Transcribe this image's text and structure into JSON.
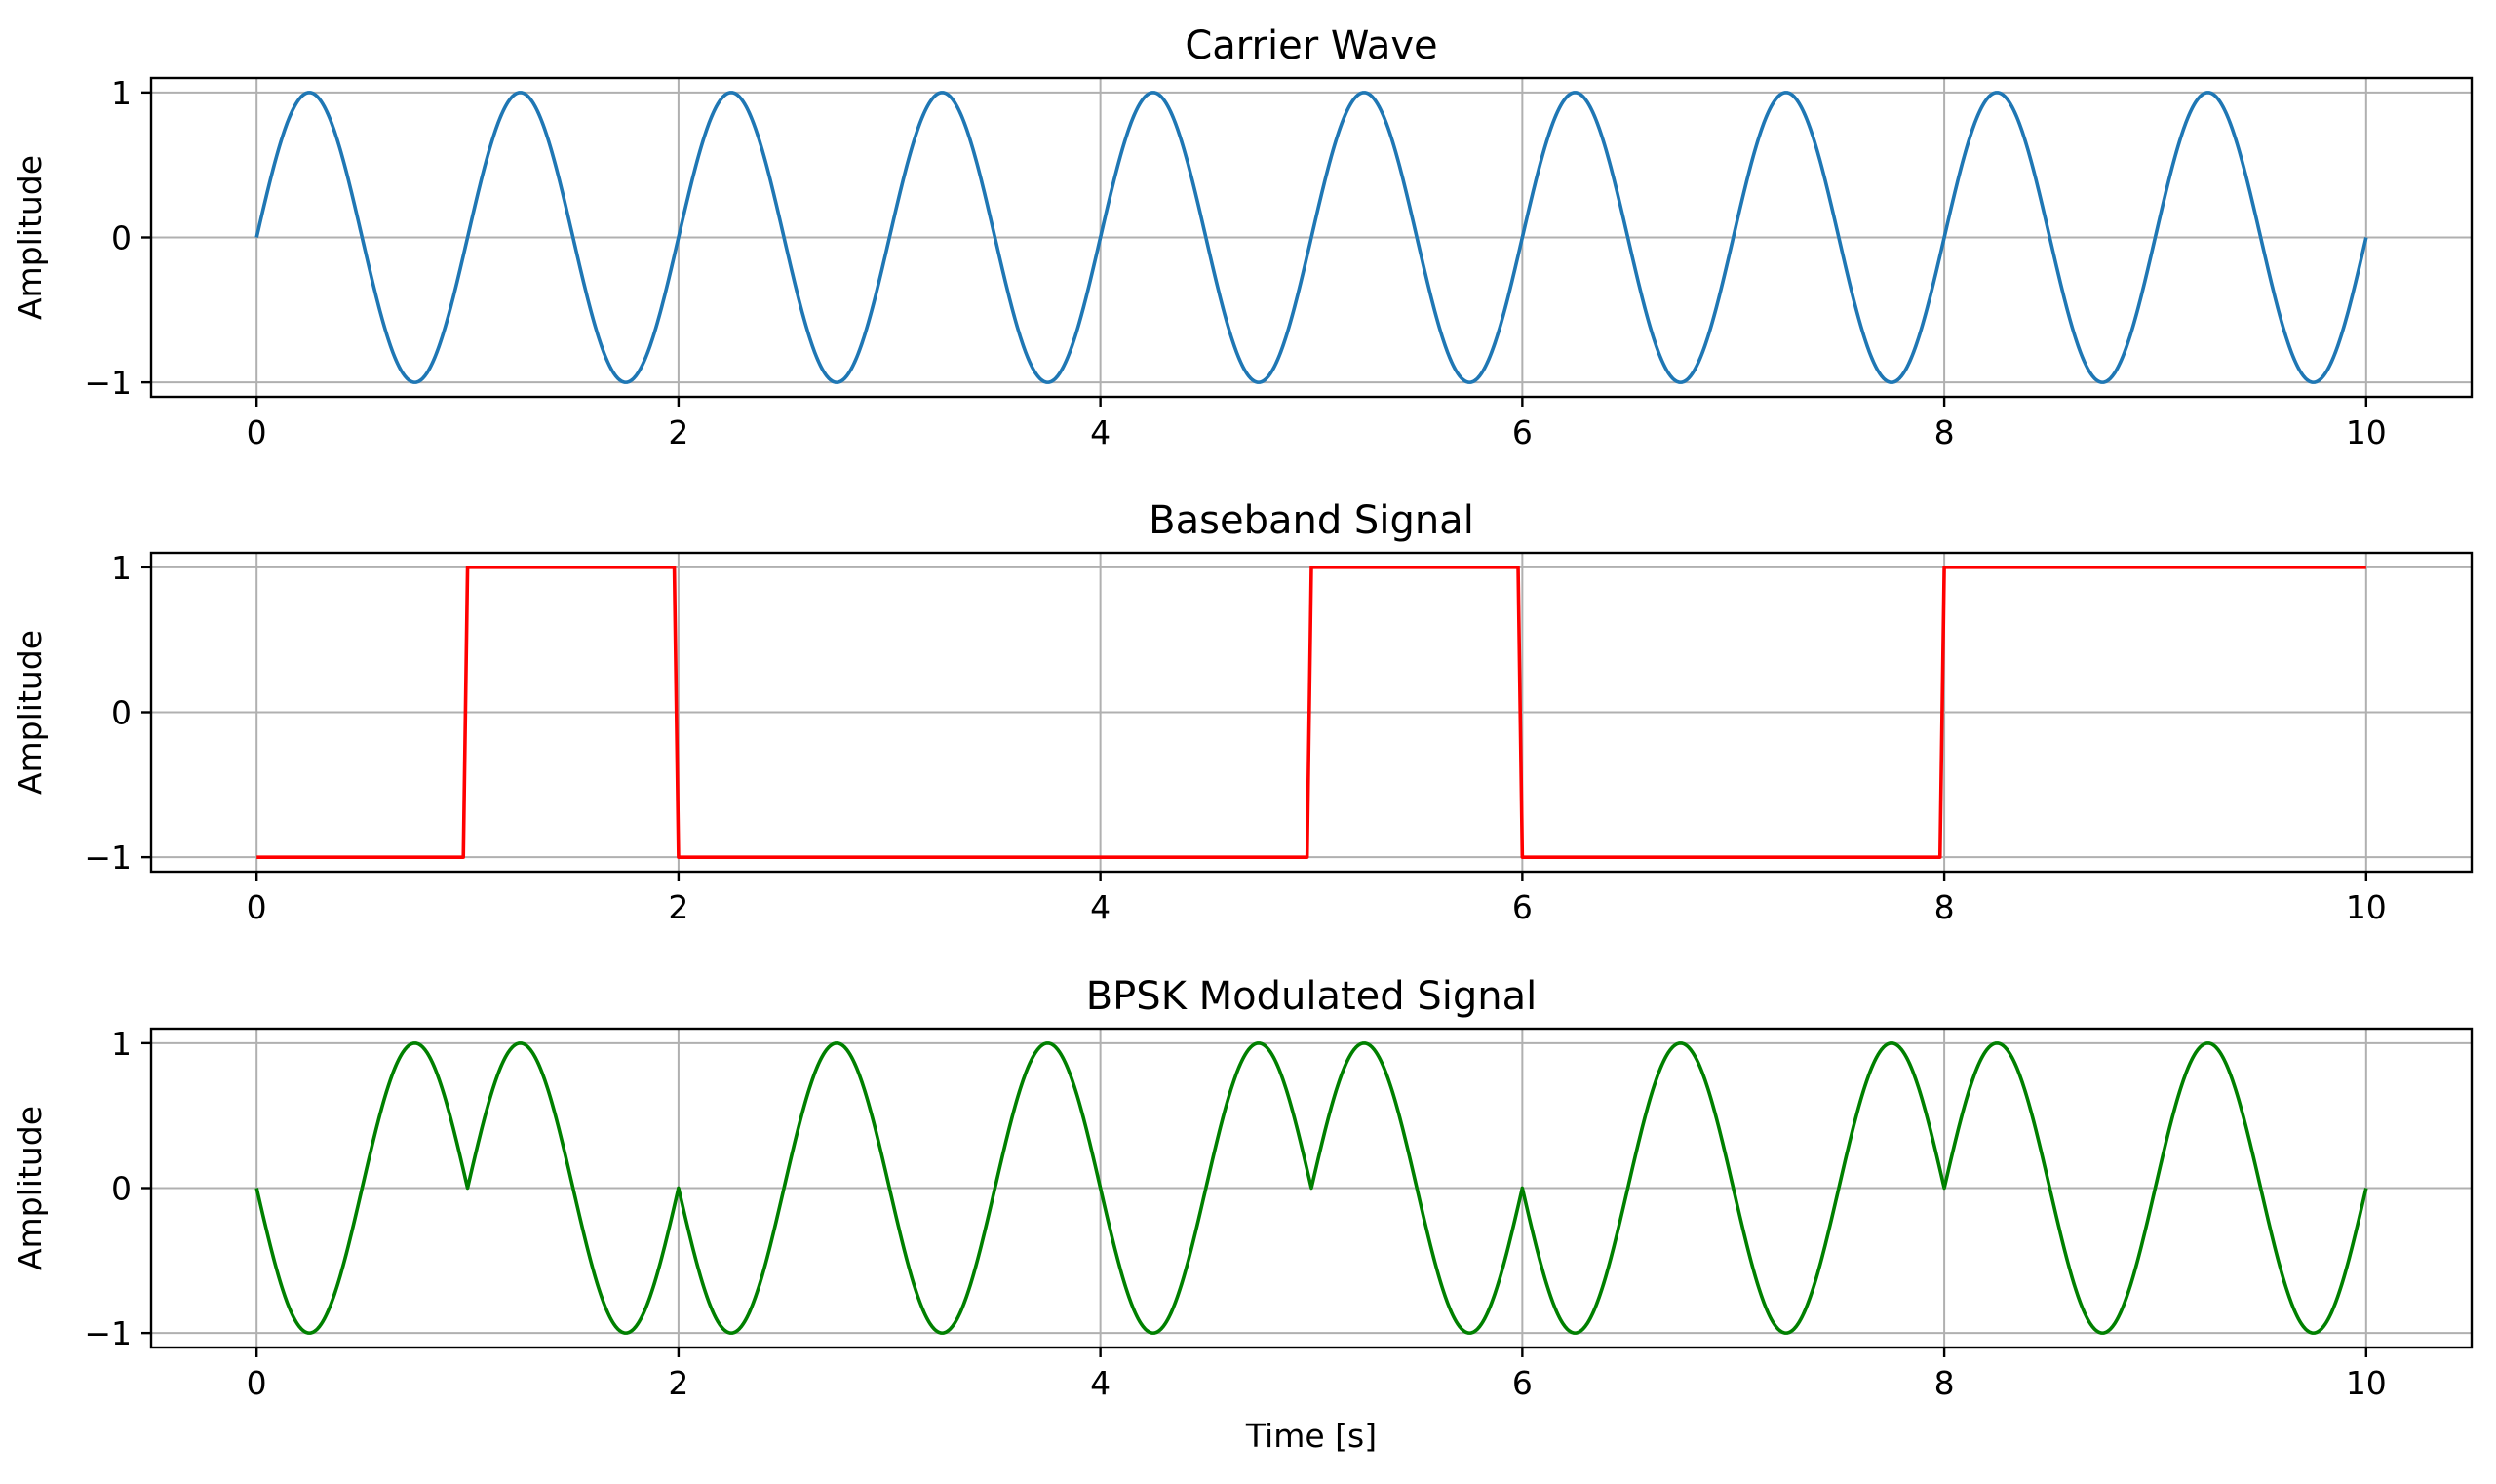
{
  "chart_data": [
    {
      "type": "line",
      "title": "Carrier Wave",
      "xlabel": "",
      "ylabel": "Amplitude",
      "xlim": [
        -0.5,
        10.5
      ],
      "ylim": [
        -1.1,
        1.1
      ],
      "xticks": [
        0,
        2,
        4,
        6,
        8,
        10
      ],
      "xtick_labels": [
        "0",
        "2",
        "4",
        "6",
        "8",
        "10"
      ],
      "yticks": [
        -1,
        0,
        1
      ],
      "ytick_labels": [
        "−1",
        "0",
        "1"
      ],
      "grid": true,
      "series": [
        {
          "color": "#1f77b4",
          "function": "sin(2*pi*t)",
          "x": [
            0,
            0.25,
            0.5,
            0.75,
            1,
            1.25,
            1.5,
            1.75,
            2,
            2.25,
            2.5,
            2.75,
            3,
            3.25,
            3.5,
            3.75,
            4,
            4.25,
            4.5,
            4.75,
            5,
            5.25,
            5.5,
            5.75,
            6,
            6.25,
            6.5,
            6.75,
            7,
            7.25,
            7.5,
            7.75,
            8,
            8.25,
            8.5,
            8.75,
            9,
            9.25,
            9.5,
            9.75,
            10
          ],
          "y": [
            0,
            1,
            0,
            -1,
            0,
            1,
            0,
            -1,
            0,
            1,
            0,
            -1,
            0,
            1,
            0,
            -1,
            0,
            1,
            0,
            -1,
            0,
            1,
            0,
            -1,
            0,
            1,
            0,
            -1,
            0,
            1,
            0,
            -1,
            0,
            1,
            0,
            -1,
            0,
            1,
            0,
            -1,
            -0.06
          ]
        }
      ]
    },
    {
      "type": "line",
      "title": "Baseband Signal",
      "xlabel": "",
      "ylabel": "Amplitude",
      "xlim": [
        -0.5,
        10.5
      ],
      "ylim": [
        -1.1,
        1.1
      ],
      "xticks": [
        0,
        2,
        4,
        6,
        8,
        10
      ],
      "xtick_labels": [
        "0",
        "2",
        "4",
        "6",
        "8",
        "10"
      ],
      "yticks": [
        -1,
        0,
        1
      ],
      "ytick_labels": [
        "−1",
        "0",
        "1"
      ],
      "grid": true,
      "series": [
        {
          "color": "#ff0000",
          "bits": [
            -1,
            1,
            -1,
            -1,
            -1,
            1,
            -1,
            -1,
            1,
            1
          ],
          "x": [
            0,
            0.98,
            1.0,
            1.98,
            2.0,
            4.98,
            5.0,
            5.98,
            6.0,
            7.98,
            8.0,
            10.0
          ],
          "y": [
            -1,
            -1,
            1,
            1,
            -1,
            -1,
            1,
            1,
            -1,
            -1,
            1,
            1
          ]
        }
      ]
    },
    {
      "type": "line",
      "title": "BPSK Modulated Signal",
      "xlabel": "Time [s]",
      "ylabel": "Amplitude",
      "xlim": [
        -0.5,
        10.5
      ],
      "ylim": [
        -1.1,
        1.1
      ],
      "xticks": [
        0,
        2,
        4,
        6,
        8,
        10
      ],
      "xtick_labels": [
        "0",
        "2",
        "4",
        "6",
        "8",
        "10"
      ],
      "yticks": [
        -1,
        0,
        1
      ],
      "ytick_labels": [
        "−1",
        "0",
        "1"
      ],
      "grid": true,
      "series": [
        {
          "color": "#008000",
          "function": "|sin(2*pi*t)| * bit(t)",
          "bits": [
            -1,
            1,
            -1,
            -1,
            -1,
            1,
            -1,
            -1,
            1,
            1
          ],
          "x": [
            0,
            0.25,
            0.5,
            0.75,
            1,
            1.25,
            1.5,
            1.75,
            2,
            2.25,
            2.5,
            2.75,
            3,
            3.25,
            3.5,
            3.75,
            4,
            4.25,
            4.5,
            4.75,
            5,
            5.25,
            5.5,
            5.75,
            6,
            6.25,
            6.5,
            6.75,
            7,
            7.25,
            7.5,
            7.75,
            8,
            8.25,
            8.5,
            8.75,
            9,
            9.25,
            9.5,
            9.75,
            10
          ],
          "y": [
            0,
            -1,
            0,
            1,
            0,
            1,
            0,
            -1,
            0,
            -1,
            0,
            1,
            0,
            -1,
            0,
            1,
            0,
            -1,
            0,
            1,
            0,
            1,
            0,
            -1,
            0,
            -1,
            0,
            1,
            0,
            -1,
            0,
            1,
            0,
            1,
            0,
            -1,
            0,
            1,
            0,
            -1,
            -0.06
          ]
        }
      ]
    }
  ]
}
